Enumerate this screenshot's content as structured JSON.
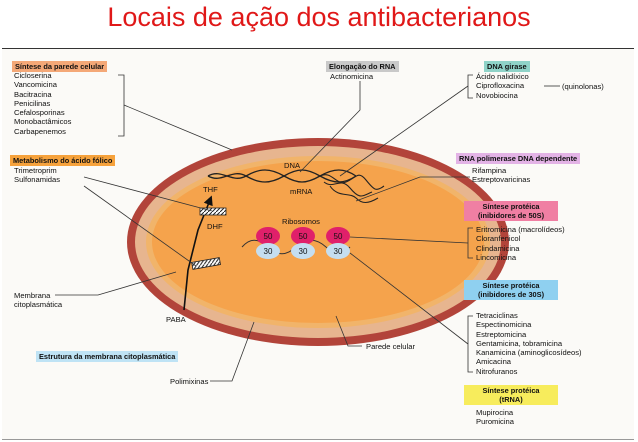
{
  "title": "Locais de ação dos antibacterianos",
  "cell": {
    "dna": "DNA",
    "mrna": "mRNA",
    "ribosomes": "Ribosomos",
    "thf": "THF",
    "dhf": "DHF",
    "paba": "PABA",
    "subunit_large": "50",
    "subunit_small": "30"
  },
  "groups": {
    "cell_wall": {
      "header": "Síntese da parede celular",
      "items": [
        "Cicloserina",
        "Vancomicina",
        "Bacitracina",
        "Penicilinas",
        "Cefalosporinas",
        "Monobactâmicos",
        "Carbapenemos"
      ]
    },
    "folate": {
      "header": "Metabolismo do ácido fólico",
      "items": [
        "Trimetroprim",
        "Sulfonamidas"
      ]
    },
    "membrane_label": [
      "Membrana",
      "citoplasmática"
    ],
    "membrane_structure": {
      "header": "Estrutura da membrana citoplasmática",
      "items": [
        "Polimixinas"
      ]
    },
    "rna_elongation": {
      "header": "Elongação do RNA",
      "items": [
        "Actinomicina"
      ]
    },
    "dna_gyrase": {
      "header": "DNA girase",
      "items": [
        "Ácido nalidíxico",
        "Ciprofloxacina",
        "Novobiocina"
      ],
      "bracket_note": "(quinolonas)"
    },
    "rna_polymerase": {
      "header": "RNA polimerase DNA dependente",
      "items": [
        "Rifampina",
        "Estreptovaricinas"
      ]
    },
    "protein_50s": {
      "header_lines": [
        "Síntese protéica",
        "(inibidores de 50S)"
      ],
      "items": [
        "Eritromicina (macrolídeos)",
        "Cloranfenicol",
        "Clindamicina",
        "Lincomicina"
      ]
    },
    "protein_30s": {
      "header_lines": [
        "Síntese protéica",
        "(inibidores de 30S)"
      ],
      "items": [
        "Tetraciclinas",
        "Espectinomicina",
        "Estreptomicina",
        "Gentamicina, tobramicina",
        "Kanamicina (aminoglicosídeos)",
        "Amicacina",
        "Nitrofuranos"
      ]
    },
    "protein_trna": {
      "header_lines": [
        "Síntese protéica",
        "(tRNA)"
      ],
      "items": [
        "Mupirocina",
        "Puromicina"
      ]
    },
    "cell_wall_label": "Parede celular"
  },
  "colors": {
    "title": "#e01818",
    "cell_wall_header": "#f4a877",
    "folate_header": "#f6a23c",
    "membrane_header": "#bfe3f5",
    "rna_elong_header": "#c9c9c9",
    "gyrase_header": "#8fd3c8",
    "rnapol_header": "#e3b3e6",
    "p50_header": "#f07fa3",
    "p30_header": "#8fd0f0",
    "trna_header": "#f7ec5c",
    "cell_outer": "#b2443a",
    "cell_wall": "#e7b58f",
    "cytoplasm": "#f5a34c",
    "ribosome_large": "#e0206a",
    "ribosome_small": "#c5def0"
  }
}
